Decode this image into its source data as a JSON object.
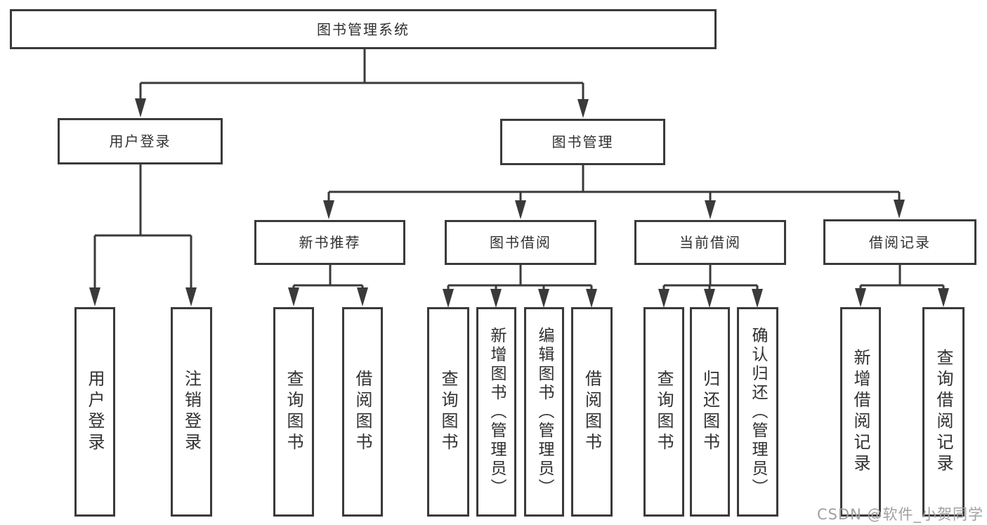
{
  "diagram": {
    "colors": {
      "line": "#3a3a3a",
      "text": "#303030",
      "background": "#ffffff",
      "watermark": "#a0a0a0"
    },
    "nodes": {
      "root": {
        "label": "图书管理系统"
      },
      "user_login": {
        "label": "用户登录"
      },
      "book_management": {
        "label": "图书管理"
      },
      "new_books": {
        "label": "新书推荐"
      },
      "book_borrow": {
        "label": "图书借阅"
      },
      "current_borrow": {
        "label": "当前借阅"
      },
      "borrow_records": {
        "label": "借阅记录"
      },
      "login_leaf": {
        "label": "用户登录"
      },
      "logout_leaf": {
        "label": "注销登录"
      },
      "new_query_books": {
        "label": "查询图书"
      },
      "new_borrow_books": {
        "label": "借阅图书"
      },
      "borrow_query_books": {
        "label": "查询图书"
      },
      "borrow_add_books": {
        "label": "新增图书（管理员）"
      },
      "borrow_edit_books": {
        "label": "编辑图书（管理员）"
      },
      "borrow_borrow_books": {
        "label": "借阅图书"
      },
      "current_query_books": {
        "label": "查询图书"
      },
      "current_return_books": {
        "label": "归还图书"
      },
      "current_confirm_return": {
        "label": "确认归还（管理员）"
      },
      "records_add_record": {
        "label": "新增借阅记录"
      },
      "records_query_record": {
        "label": "查询借阅记录"
      }
    }
  },
  "watermark": {
    "text": "CSDN @软件_小贺同学"
  }
}
